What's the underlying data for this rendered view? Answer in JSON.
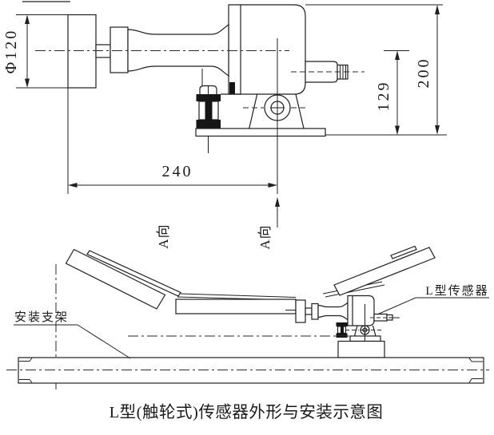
{
  "page": {
    "background": "#ffffff",
    "line_color": "#1f1f1f",
    "solid_fill": "#161616"
  },
  "top_view": {
    "dims": {
      "diameter": "Φ120",
      "length": "240",
      "center_height": "129",
      "total_height": "200"
    },
    "view_arrow_left": "A向",
    "view_arrow_right": "A向"
  },
  "installation_view": {
    "bracket_label": "安装支架",
    "sensor_label": "L型传感器"
  },
  "caption": "L型(触轮式)传感器外形与安装示意图"
}
